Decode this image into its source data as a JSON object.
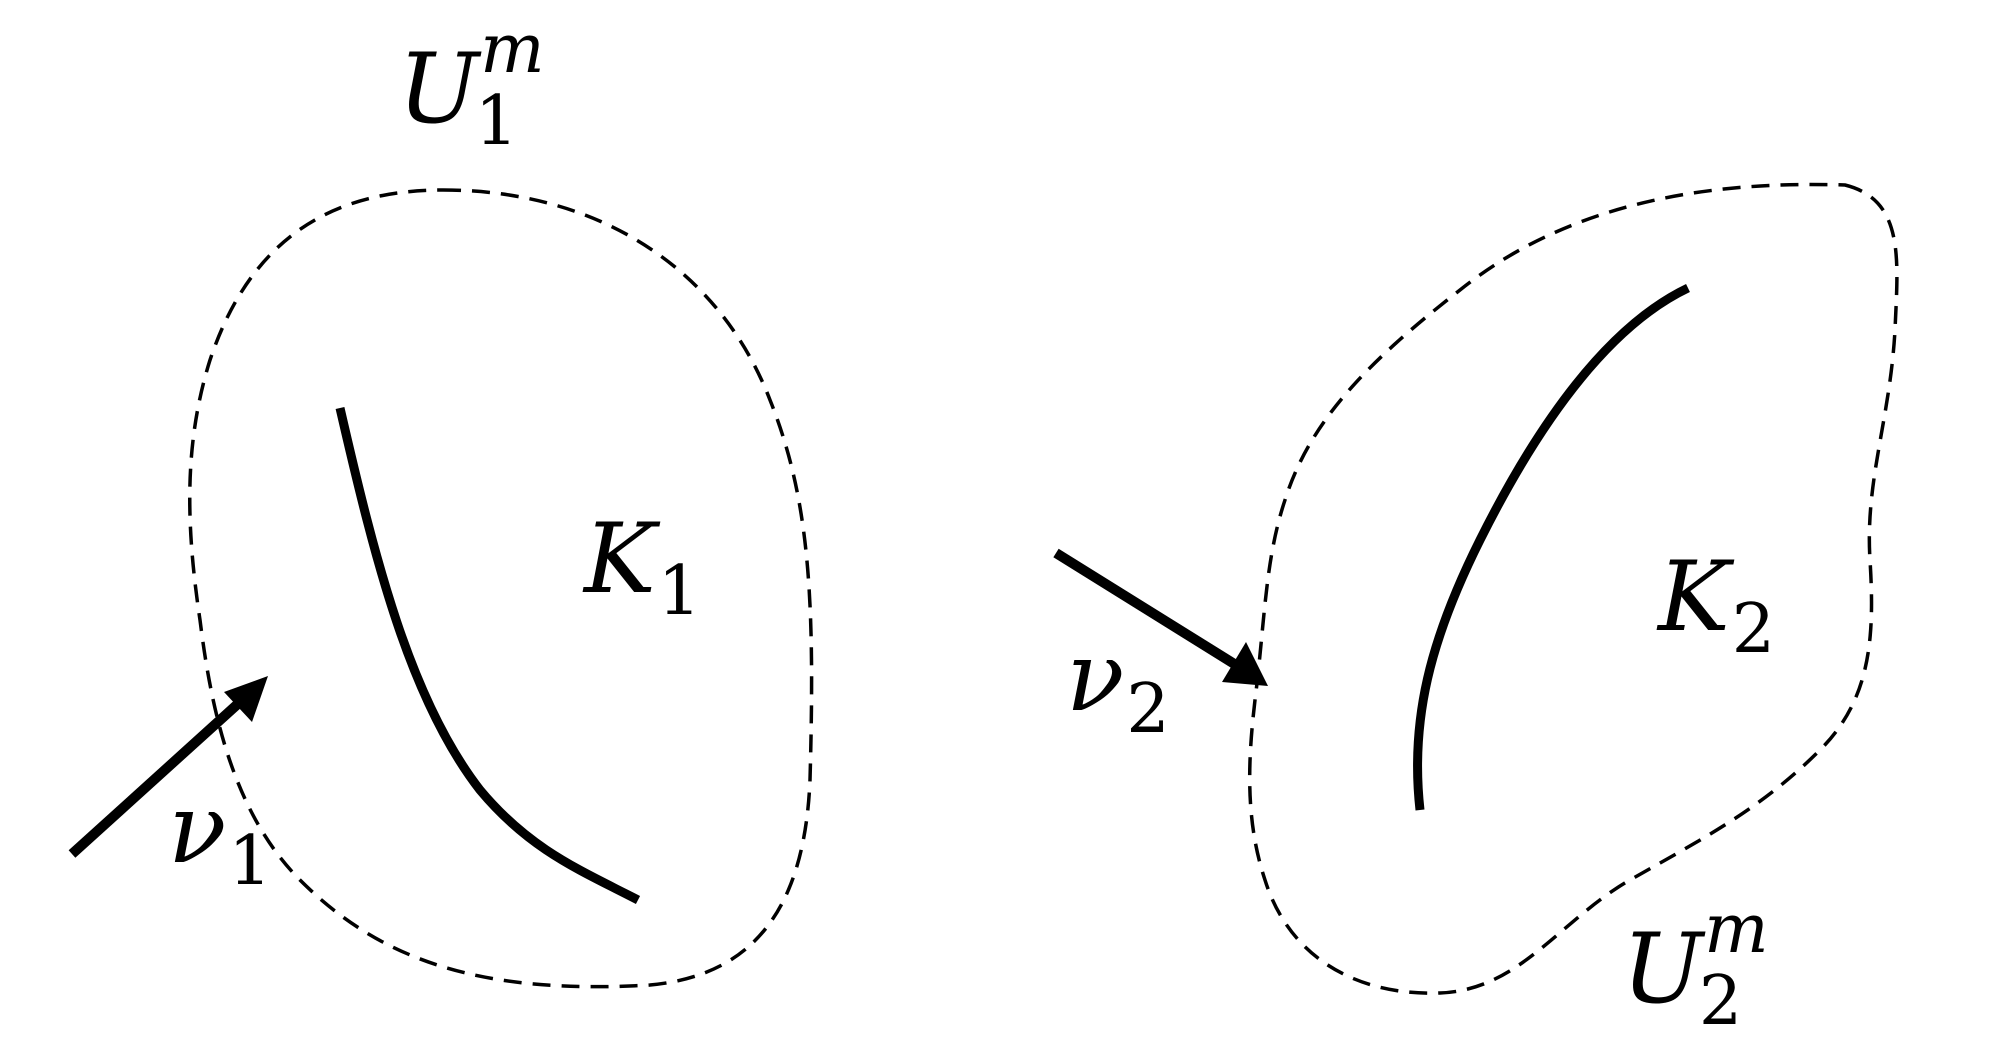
{
  "diagram": {
    "region_1": {
      "neighborhood_label": {
        "base": "U",
        "sub": "1",
        "sup": "m"
      },
      "set_label": {
        "base": "K",
        "sub": "1"
      },
      "direction_label": {
        "base": "ν",
        "sub": "1"
      }
    },
    "region_2": {
      "neighborhood_label": {
        "base": "U",
        "sub": "2",
        "sup": "m"
      },
      "set_label": {
        "base": "K",
        "sub": "2"
      },
      "direction_label": {
        "base": "ν",
        "sub": "2"
      }
    }
  }
}
